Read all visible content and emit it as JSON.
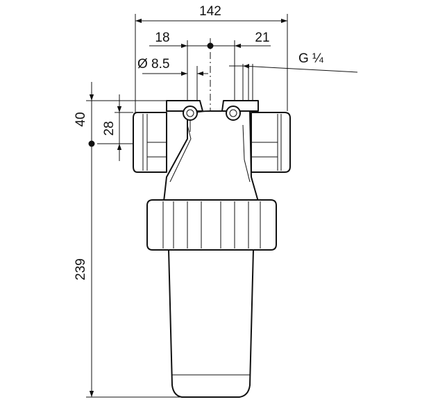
{
  "dimensions": {
    "overall_width": "142",
    "left_offset": "18",
    "right_offset": "21",
    "hole_diameter": "Ø 8.5",
    "thread": "G ¼",
    "top_height": "40",
    "port_height": "28",
    "total_height": "239"
  },
  "colors": {
    "line": "#111111",
    "background": "#ffffff"
  }
}
